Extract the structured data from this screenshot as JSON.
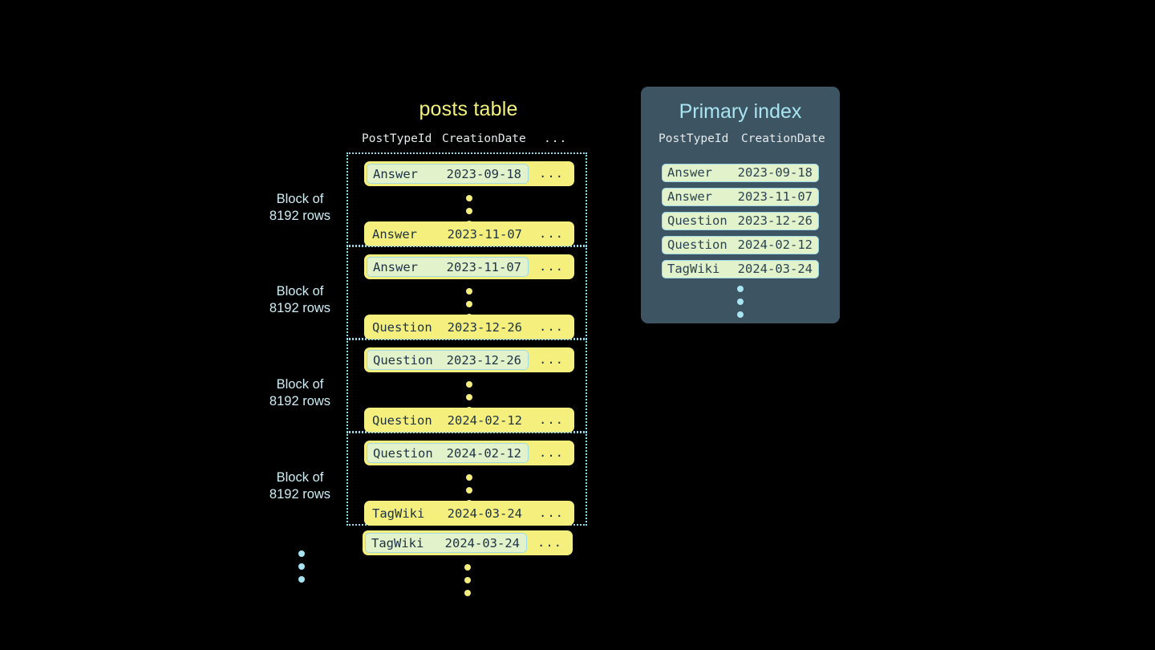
{
  "posts_table": {
    "title": "posts table",
    "columns": [
      "PostTypeId",
      "CreationDate",
      "..."
    ],
    "ellipsis_cell": "...",
    "block_label": "Block of\n8192 rows",
    "block_label_line1": "Block of",
    "block_label_line2": "8192 rows",
    "blocks": [
      {
        "label_line1": "Block of",
        "label_line2": "8192 rows",
        "first_row": {
          "post_type_id": "Answer",
          "creation_date": "2023-09-18",
          "more": "...",
          "highlighted": true
        },
        "last_row": {
          "post_type_id": "Answer",
          "creation_date": "2023-11-07",
          "more": "...",
          "highlighted": false
        }
      },
      {
        "label_line1": "Block of",
        "label_line2": "8192 rows",
        "first_row": {
          "post_type_id": "Answer",
          "creation_date": "2023-11-07",
          "more": "...",
          "highlighted": true
        },
        "last_row": {
          "post_type_id": "Question",
          "creation_date": "2023-12-26",
          "more": "...",
          "highlighted": false
        }
      },
      {
        "label_line1": "Block of",
        "label_line2": "8192 rows",
        "first_row": {
          "post_type_id": "Question",
          "creation_date": "2023-12-26",
          "more": "...",
          "highlighted": true
        },
        "last_row": {
          "post_type_id": "Question",
          "creation_date": "2024-02-12",
          "more": "...",
          "highlighted": false
        }
      },
      {
        "label_line1": "Block of",
        "label_line2": "8192 rows",
        "first_row": {
          "post_type_id": "Question",
          "creation_date": "2024-02-12",
          "more": "...",
          "highlighted": true
        },
        "last_row": {
          "post_type_id": "TagWiki",
          "creation_date": "2024-03-24",
          "more": "...",
          "highlighted": false
        }
      }
    ],
    "trailing_row": {
      "post_type_id": "TagWiki",
      "creation_date": "2024-03-24",
      "more": "...",
      "highlighted": true
    }
  },
  "primary_index": {
    "title": "Primary index",
    "columns": [
      "PostTypeId",
      "CreationDate"
    ],
    "rows": [
      {
        "post_type_id": "Answer",
        "creation_date": "2023-09-18"
      },
      {
        "post_type_id": "Answer",
        "creation_date": "2023-11-07"
      },
      {
        "post_type_id": "Question",
        "creation_date": "2023-12-26"
      },
      {
        "post_type_id": "Question",
        "creation_date": "2024-02-12"
      },
      {
        "post_type_id": "TagWiki",
        "creation_date": "2024-03-24"
      }
    ]
  },
  "colors": {
    "background": "#000000",
    "row_yellow": "#f5f07e",
    "highlight_green": "#e2f2ca",
    "accent_blue": "#a8e4f2",
    "panel_slate": "#3d5562",
    "title_yellow": "#f2f07c",
    "text_dark": "#1d3244"
  }
}
